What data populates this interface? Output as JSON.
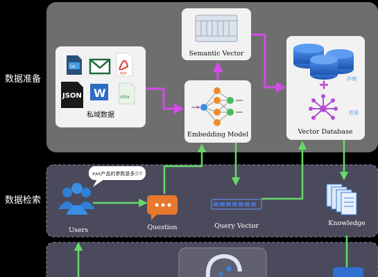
{
  "sections": {
    "prep": {
      "label": "数据准备"
    },
    "retrieval": {
      "label": "数据检索"
    }
  },
  "nodes": {
    "private_data": {
      "label": "私域数据"
    },
    "semantic_vector": {
      "label": "Semantic Vector"
    },
    "embedding_model": {
      "label": "Embedding Model"
    },
    "vector_db": {
      "label": "Vector Database",
      "store_label": "存储",
      "retrieve_label": "检索"
    },
    "users": {
      "label": "Users"
    },
    "question": {
      "label": "Question",
      "bubble": "xxx产品的参数是多少?"
    },
    "query_vector": {
      "label": "Query Vector"
    },
    "knowledge": {
      "label": "Knowledge"
    }
  },
  "file_icons": {
    "txt": "txt",
    "pdf": "PDF",
    "json": "JSON",
    "word": "W",
    "xlsx": "xlsx"
  },
  "colors": {
    "prep_panel": "#6e6e6e",
    "retrieval_panel": "#4a4a5c",
    "magenta_arrow": "#d24ce6",
    "green_arrow": "#66d96a",
    "db_blue": "#2f6fd0",
    "question_orange": "#e8782e",
    "users_blue": "#2f7fd6"
  }
}
